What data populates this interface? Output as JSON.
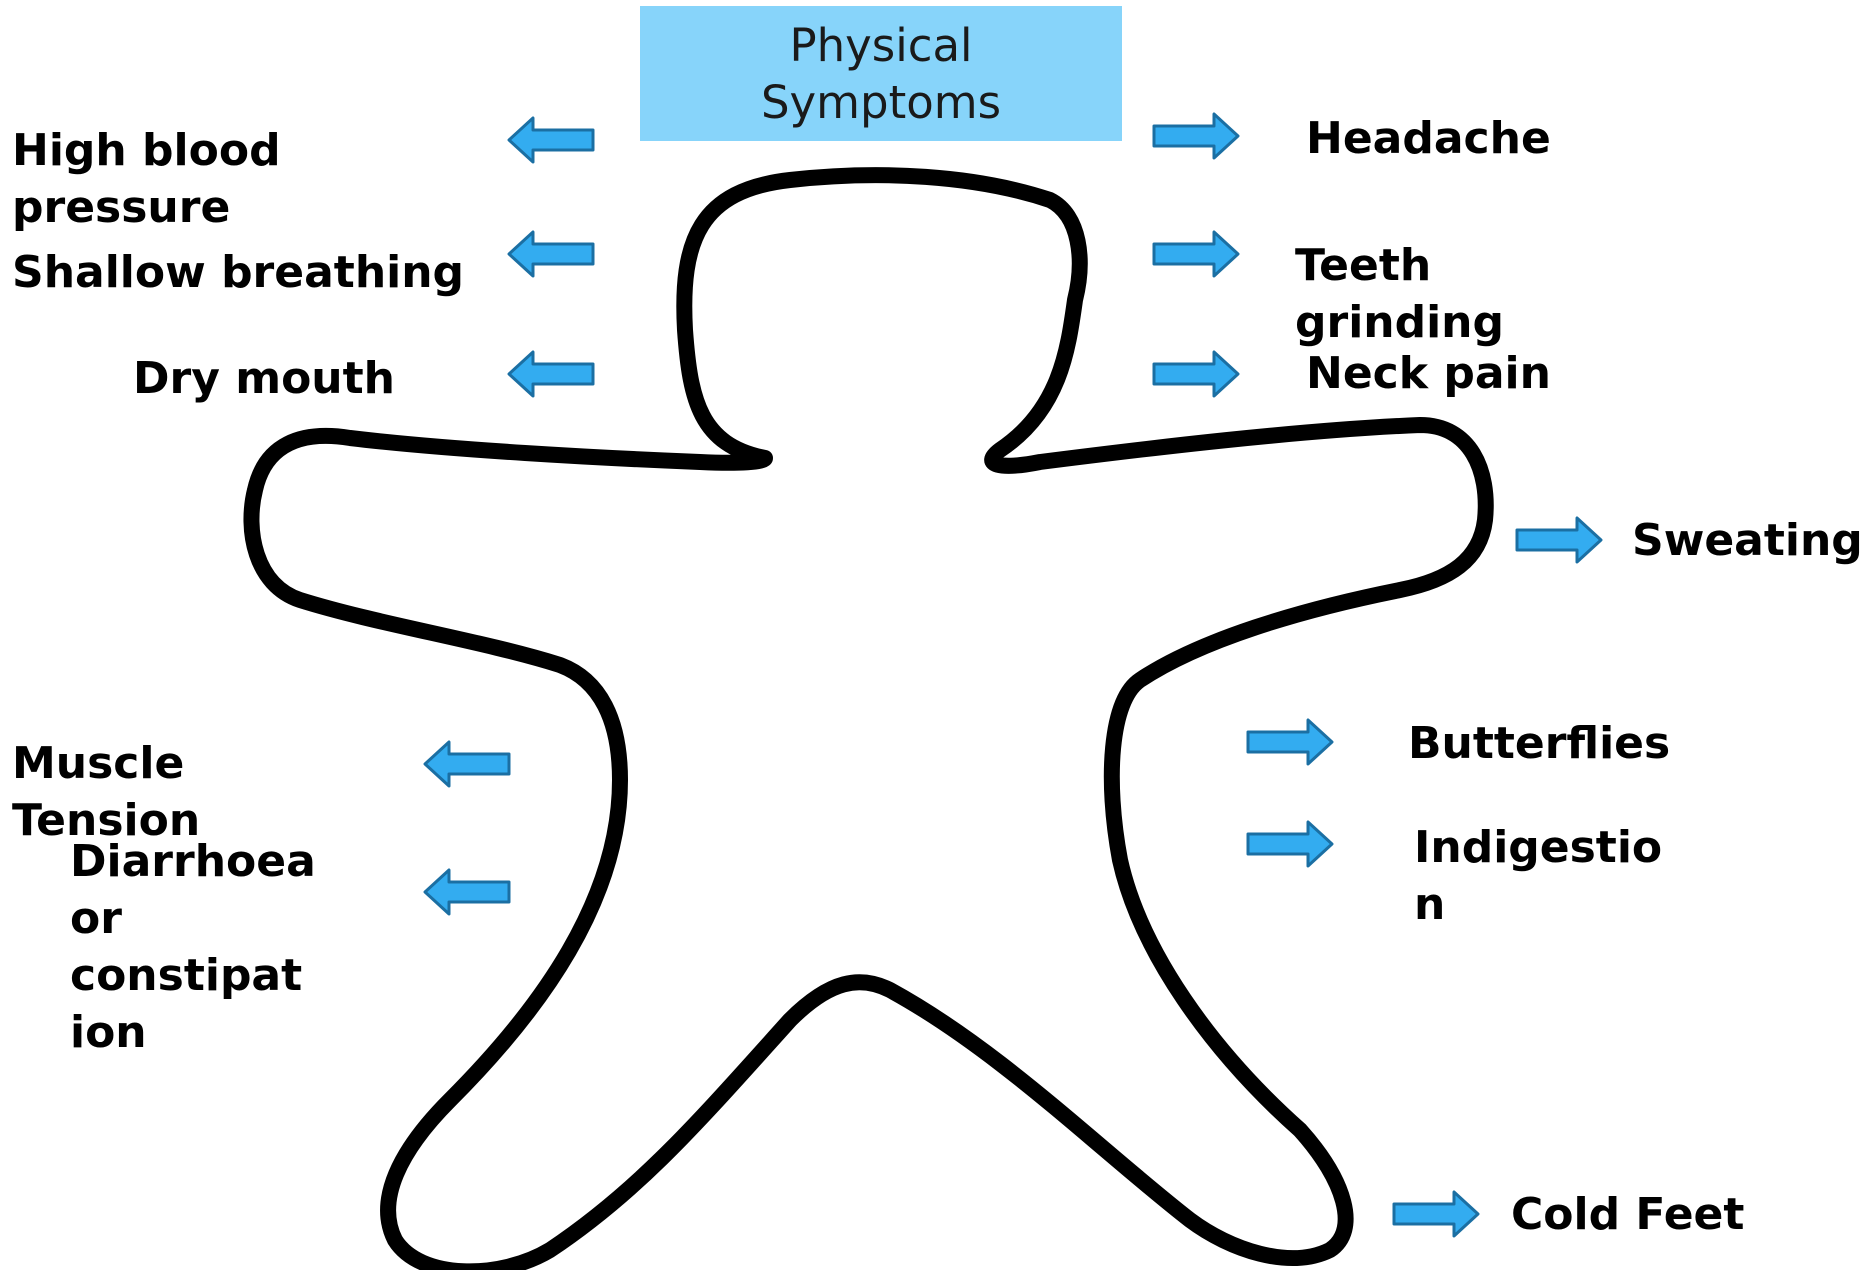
{
  "title": {
    "line1": "Physical",
    "line2": "Symptoms"
  },
  "colors": {
    "title_fill": "#87d4fa",
    "arrow_fill": "#33acf0",
    "arrow_stroke": "#1b6fa3",
    "outline": "#000000"
  },
  "symptoms": {
    "high_blood_pressure": {
      "line1": "High blood",
      "line2": "pressure"
    },
    "shallow_breathing": "Shallow breathing",
    "dry_mouth": "Dry mouth",
    "muscle_tension": {
      "line1": "Muscle",
      "line2": "Tension"
    },
    "diarrhoea": {
      "line1": "Diarrhoea",
      "line2": "or",
      "line3": "constipat",
      "line4": "ion"
    },
    "headache": "Headache",
    "teeth_grinding": {
      "line1": "Teeth",
      "line2": "grinding"
    },
    "neck_pain": "Neck pain",
    "sweating": "Sweating",
    "butterflies": "Butterflies",
    "indigestion": {
      "line1": "Indigestio",
      "line2": "n"
    },
    "cold_feet": "Cold Feet"
  }
}
